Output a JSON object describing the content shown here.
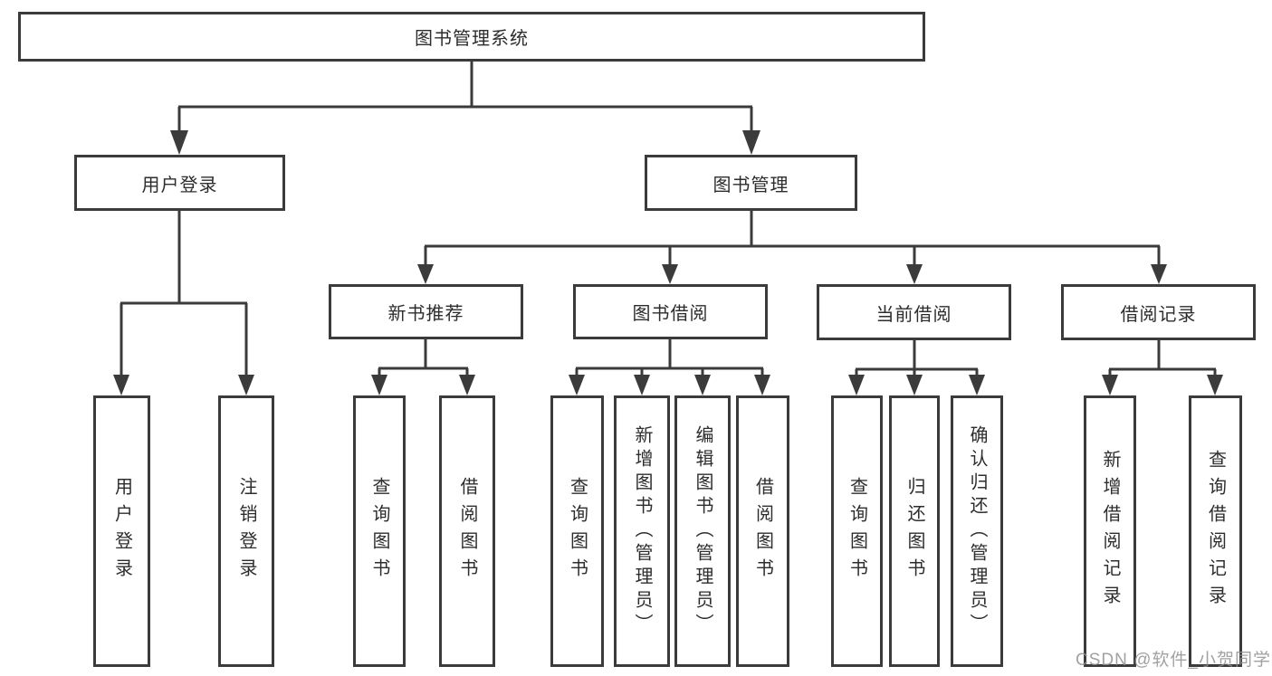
{
  "page": {
    "background": "#ffffff",
    "line_color": "#3b3b3b",
    "text_color": "#2d2d2d",
    "watermark_color": "#919191"
  },
  "watermark": "CSDN @软件_小贺同学",
  "diagram": {
    "type": "tree",
    "root": "图书管理系统",
    "branches": [
      {
        "label": "用户登录",
        "leaves": [
          "用户登录",
          "注销登录"
        ]
      },
      {
        "label": "图书管理",
        "groups": [
          {
            "label": "新书推荐",
            "leaves": [
              "查询图书",
              "借阅图书"
            ]
          },
          {
            "label": "图书借阅",
            "leaves": [
              "查询图书",
              "新增图书（管理员）",
              "编辑图书（管理员）",
              "借阅图书"
            ]
          },
          {
            "label": "当前借阅",
            "leaves": [
              "查询图书",
              "归还图书",
              "确认归还（管理员）"
            ]
          },
          {
            "label": "借阅记录",
            "leaves": [
              "新增借阅记录",
              "查询借阅记录"
            ]
          }
        ]
      }
    ]
  }
}
